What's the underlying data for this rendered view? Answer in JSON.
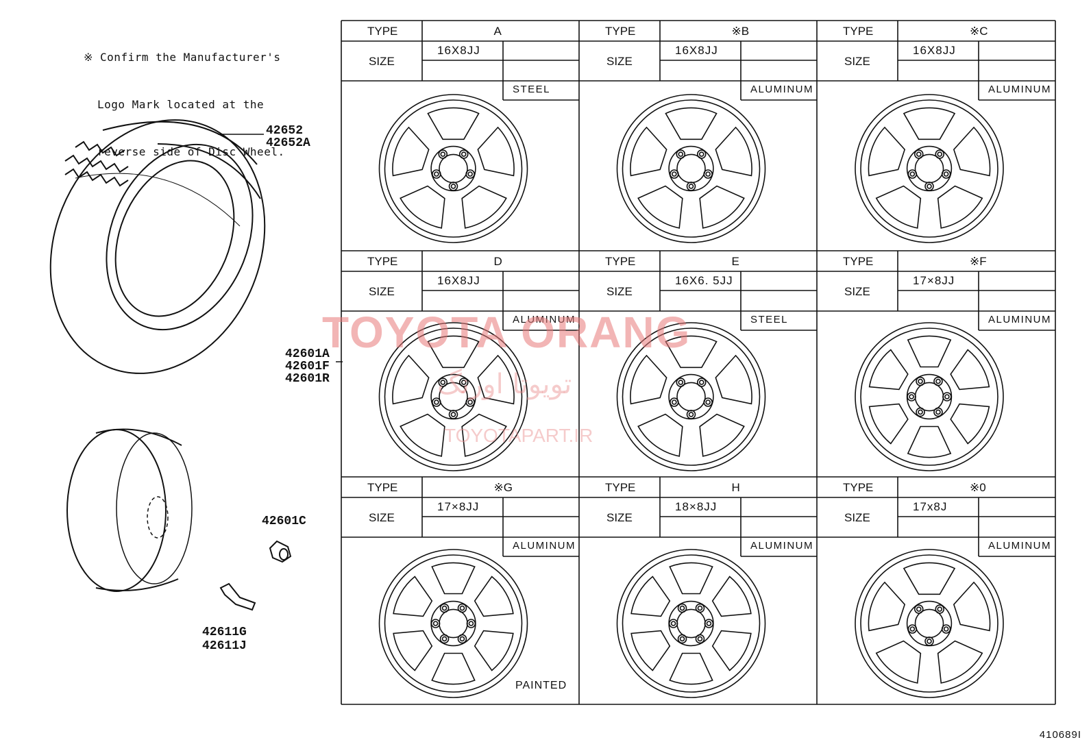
{
  "note": {
    "line1": "※ Confirm the Manufacturer's",
    "line2": "Logo Mark located at the",
    "line3": "reverse side of Disc Wheel."
  },
  "part_numbers": {
    "tire": [
      "42652",
      "42652A"
    ],
    "wheel": [
      "42601A",
      "42601F",
      "42601R"
    ],
    "nut": "42601C",
    "valve": [
      "42611G",
      "42611J"
    ]
  },
  "labels": {
    "type": "TYPE",
    "size": "SIZE"
  },
  "wheels": [
    {
      "type": "A",
      "size": "16X8JJ",
      "material": "STEEL"
    },
    {
      "type": "※B",
      "size": "16X8JJ",
      "material": "ALUMINUM"
    },
    {
      "type": "※C",
      "size": "16X8JJ",
      "material": "ALUMINUM"
    },
    {
      "type": "D",
      "size": "16X8JJ",
      "material": "ALUMINUM"
    },
    {
      "type": "E",
      "size": "16X6. 5JJ",
      "material": "STEEL"
    },
    {
      "type": "※F",
      "size": "17×8JJ",
      "material": "ALUMINUM"
    },
    {
      "type": "※G",
      "size": "17×8JJ",
      "material": "ALUMINUM"
    },
    {
      "type": "H",
      "size": "18×8JJ",
      "material": "ALUMINUM"
    },
    {
      "type": "※0",
      "size": "17x8J",
      "material": "ALUMINUM"
    }
  ],
  "painted_label": "PAINTED",
  "watermark": {
    "brand": "TOYOTA ORANG",
    "arabic": "تویوتا اورنگ",
    "url": "TOYOTAPART.IR"
  },
  "diagram_code": "410689I"
}
